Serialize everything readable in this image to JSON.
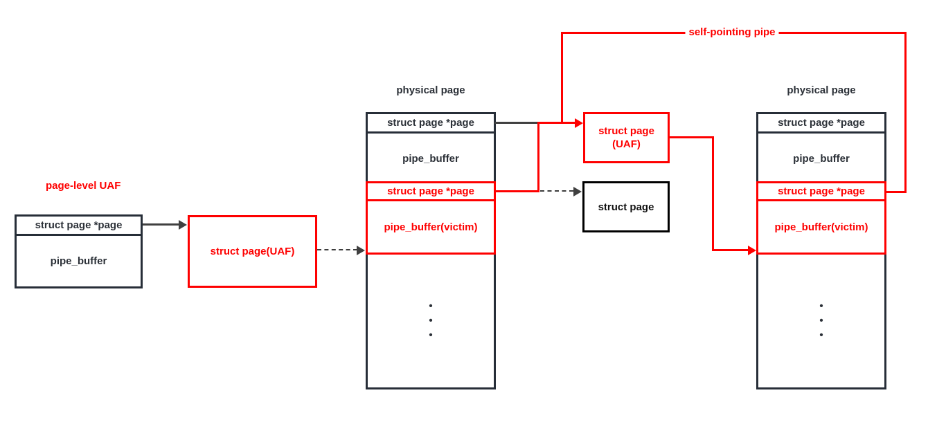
{
  "labels": {
    "page_level_uaf": "page-level UAF",
    "self_pointing_pipe": "self-pointing pipe"
  },
  "left_box": {
    "rows": [
      "struct page *page",
      "pipe_buffer"
    ]
  },
  "uaf_box_left": {
    "label": "struct page(UAF)"
  },
  "mid_physical_page": {
    "title": "physical page",
    "rows": [
      "struct page *page",
      "pipe_buffer",
      "struct page *page",
      "pipe_buffer(victim)"
    ]
  },
  "uaf_box_right": {
    "line1": "struct page",
    "line2": "(UAF)"
  },
  "struct_page_box": {
    "label": "struct page"
  },
  "right_physical_page": {
    "title": "physical page",
    "rows": [
      "struct page *page",
      "pipe_buffer",
      "struct page *page",
      "pipe_buffer(victim)"
    ]
  },
  "glyphs": {
    "dot": "•"
  },
  "colors": {
    "accent_red": "#fe0000",
    "dark_border": "#272e38",
    "black_border": "#000000",
    "connector_gray": "#404040"
  }
}
